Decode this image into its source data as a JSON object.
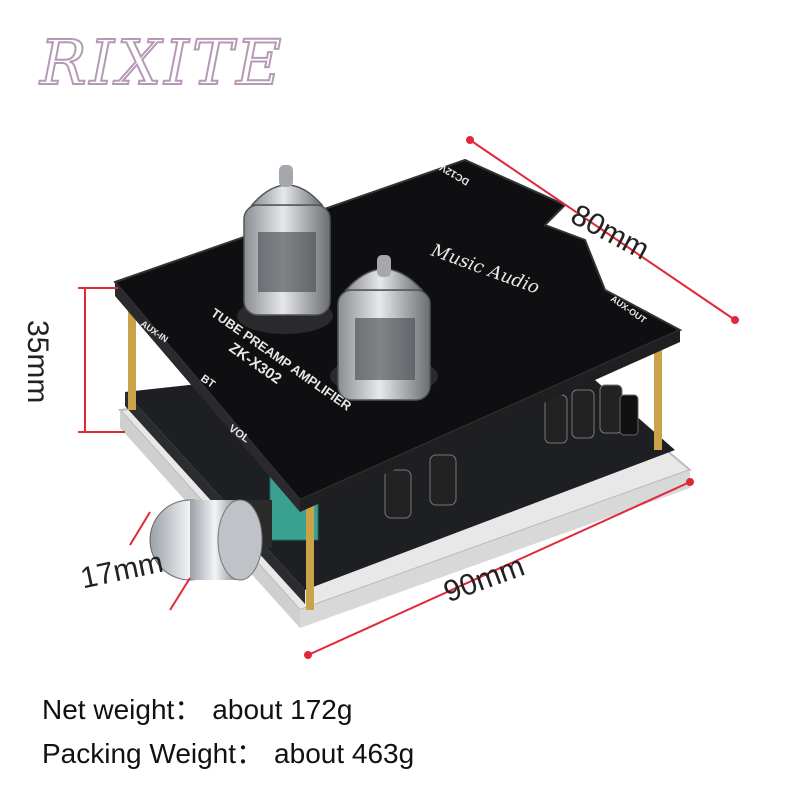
{
  "brand": {
    "name": "RIXITE",
    "color": "#b49ab5"
  },
  "product": {
    "panel_text": {
      "title": "TUBE PREAMP AMPLIFIER",
      "model": "ZK-X302",
      "aux_in": "AUX-IN",
      "aux_out": "AUX-OUT",
      "bt": "BT",
      "vol": "VOL",
      "dc": "DC12V"
    },
    "logo": {
      "wordmark": "Music Audio"
    }
  },
  "dimensions": {
    "width": "80mm",
    "height": "35mm",
    "knob": "17mm",
    "length": "90mm",
    "line_color": "#e0283a"
  },
  "specs": [
    {
      "label": "Net weight：",
      "value": "about 172g"
    },
    {
      "label": "Packing Weight：",
      "value": "about 463g"
    }
  ]
}
